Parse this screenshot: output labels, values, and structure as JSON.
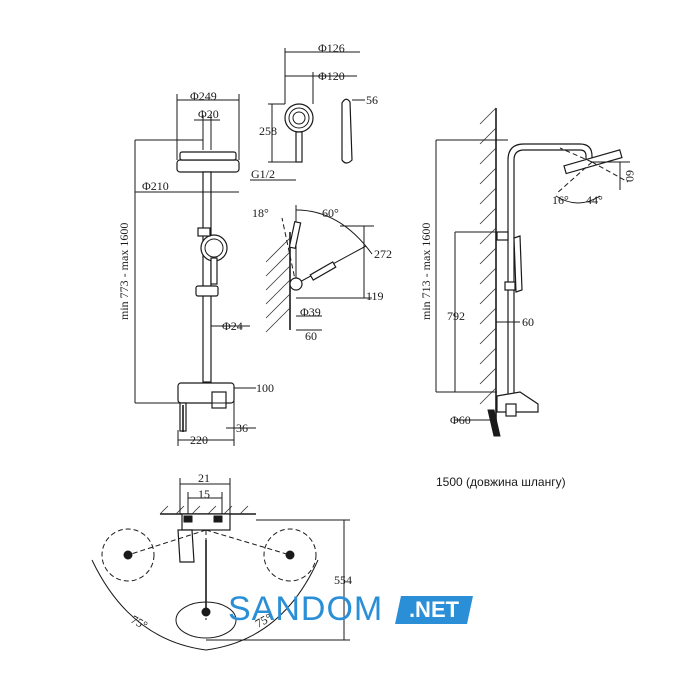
{
  "labels": {
    "head_diameter": "Φ249",
    "head_stem": "Φ20",
    "head_inner": "Φ210",
    "height_range_left": "min 773 - max 1600",
    "pipe_diameter": "Φ24",
    "mixer_height": "100",
    "mixer_width": "220",
    "mixer_offset": "36",
    "hand_outer": "Φ126",
    "hand_inner": "Φ120",
    "hand_length": "258",
    "hand_thread": "G1/2",
    "hand_depth": "56",
    "holder_angle_left": "18°",
    "holder_angle_right": "60°",
    "holder_reach": "272",
    "holder_height": "119",
    "holder_diameter": "Φ39",
    "holder_depth": "60",
    "height_range_right": "min 713 - max 1600",
    "outlet_height": "792",
    "wall_distance": "60",
    "head_tilt": "60",
    "angle_down": "16°",
    "angle_up": "44°",
    "connector_diameter": "Φ60",
    "hose_length": "1500 (довжина шлангу)",
    "top_width": "21",
    "top_inner": "15",
    "swivel_depth": "554",
    "swivel_left": "75°",
    "swivel_right": "75°"
  },
  "watermark": {
    "brand": "SANDOM",
    "suffix": ".NET",
    "color": "#2a8fd6"
  }
}
